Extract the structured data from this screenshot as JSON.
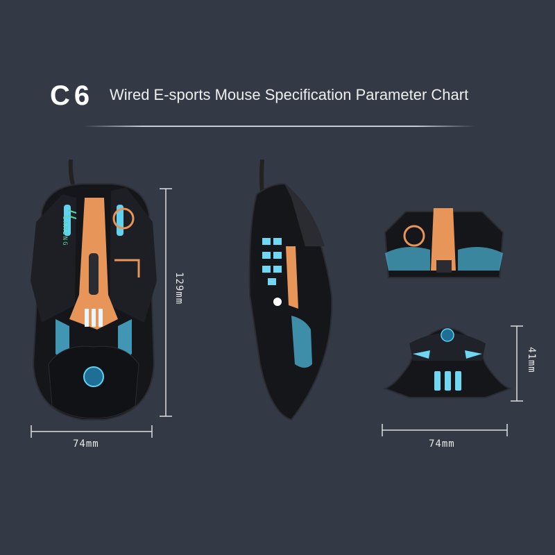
{
  "header": {
    "model": "C6",
    "title": "Wired E-sports Mouse Specification Parameter Chart"
  },
  "mouse_branding": {
    "grip_text": "GAMING"
  },
  "dimensions": {
    "top_view_length": "129mm",
    "top_view_width": "74mm",
    "front_view_height": "41mm",
    "front_view_width": "74mm"
  },
  "colors": {
    "background": "#333a46",
    "accent_orange": "#e8955a",
    "accent_cyan": "#5fd3f0",
    "body_black": "#141518"
  }
}
